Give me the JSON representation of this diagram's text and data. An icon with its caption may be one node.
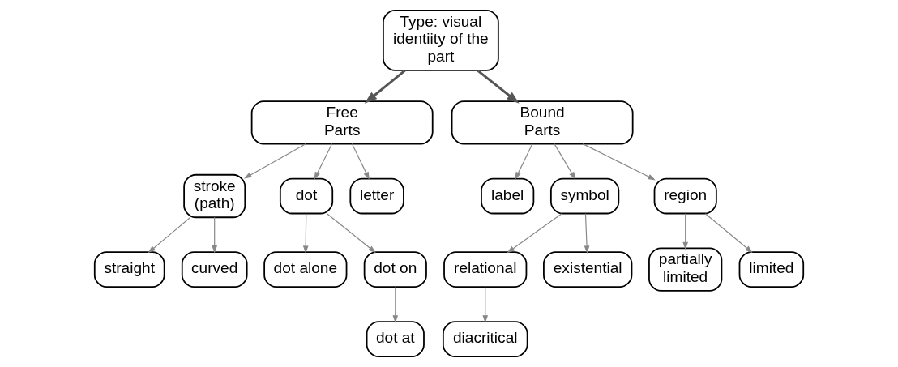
{
  "diagram": {
    "nodes": [
      {
        "text": [
          "Type: visual identiity of the part"
        ]
      },
      {
        "text": [
          "Free Parts"
        ]
      },
      {
        "text": [
          "Bound Parts"
        ]
      },
      {
        "text": [
          "stroke (path)"
        ]
      },
      {
        "text": [
          "dot"
        ]
      },
      {
        "text": [
          "letter"
        ]
      },
      {
        "text": [
          "label"
        ]
      },
      {
        "text": [
          "symbol"
        ]
      },
      {
        "text": [
          "region"
        ]
      },
      {
        "text": [
          "straight"
        ]
      },
      {
        "text": [
          "curved"
        ]
      },
      {
        "text": [
          "dot alone"
        ]
      },
      {
        "text": [
          "dot on"
        ]
      },
      {
        "text": [
          "dot at"
        ]
      },
      {
        "text": [
          "relational"
        ]
      },
      {
        "text": [
          "existential"
        ]
      },
      {
        "text": [
          "diacritical"
        ]
      },
      {
        "text": [
          "partially limited"
        ]
      },
      {
        "text": [
          "limited"
        ]
      }
    ],
    "edges": [
      {
        "from": 0,
        "to": 1,
        "arrow": "to",
        "style": "thick"
      },
      {
        "from": 0,
        "to": 2,
        "arrow": "to",
        "style": "thick"
      },
      {
        "from": 1,
        "to": 3,
        "arrow": "to"
      },
      {
        "from": 1,
        "to": 4,
        "arrow": "to"
      },
      {
        "from": 1,
        "to": 5,
        "arrow": "to"
      },
      {
        "from": 2,
        "to": 6,
        "arrow": "to"
      },
      {
        "from": 2,
        "to": 7,
        "arrow": "to"
      },
      {
        "from": 2,
        "to": 8,
        "arrow": "to"
      },
      {
        "from": 3,
        "to": 9,
        "arrow": "to"
      },
      {
        "from": 3,
        "to": 10,
        "arrow": "to"
      },
      {
        "from": 4,
        "to": 11,
        "arrow": "to"
      },
      {
        "from": 4,
        "to": 12,
        "arrow": "to"
      },
      {
        "from": 12,
        "to": 13,
        "arrow": "to"
      },
      {
        "from": 7,
        "to": 14,
        "arrow": "to"
      },
      {
        "from": 7,
        "to": 15,
        "arrow": "to"
      },
      {
        "from": 14,
        "to": 16,
        "arrow": "to"
      },
      {
        "from": 8,
        "to": 17,
        "arrow": "to"
      },
      {
        "from": 8,
        "to": 18,
        "arrow": "to"
      }
    ]
  }
}
